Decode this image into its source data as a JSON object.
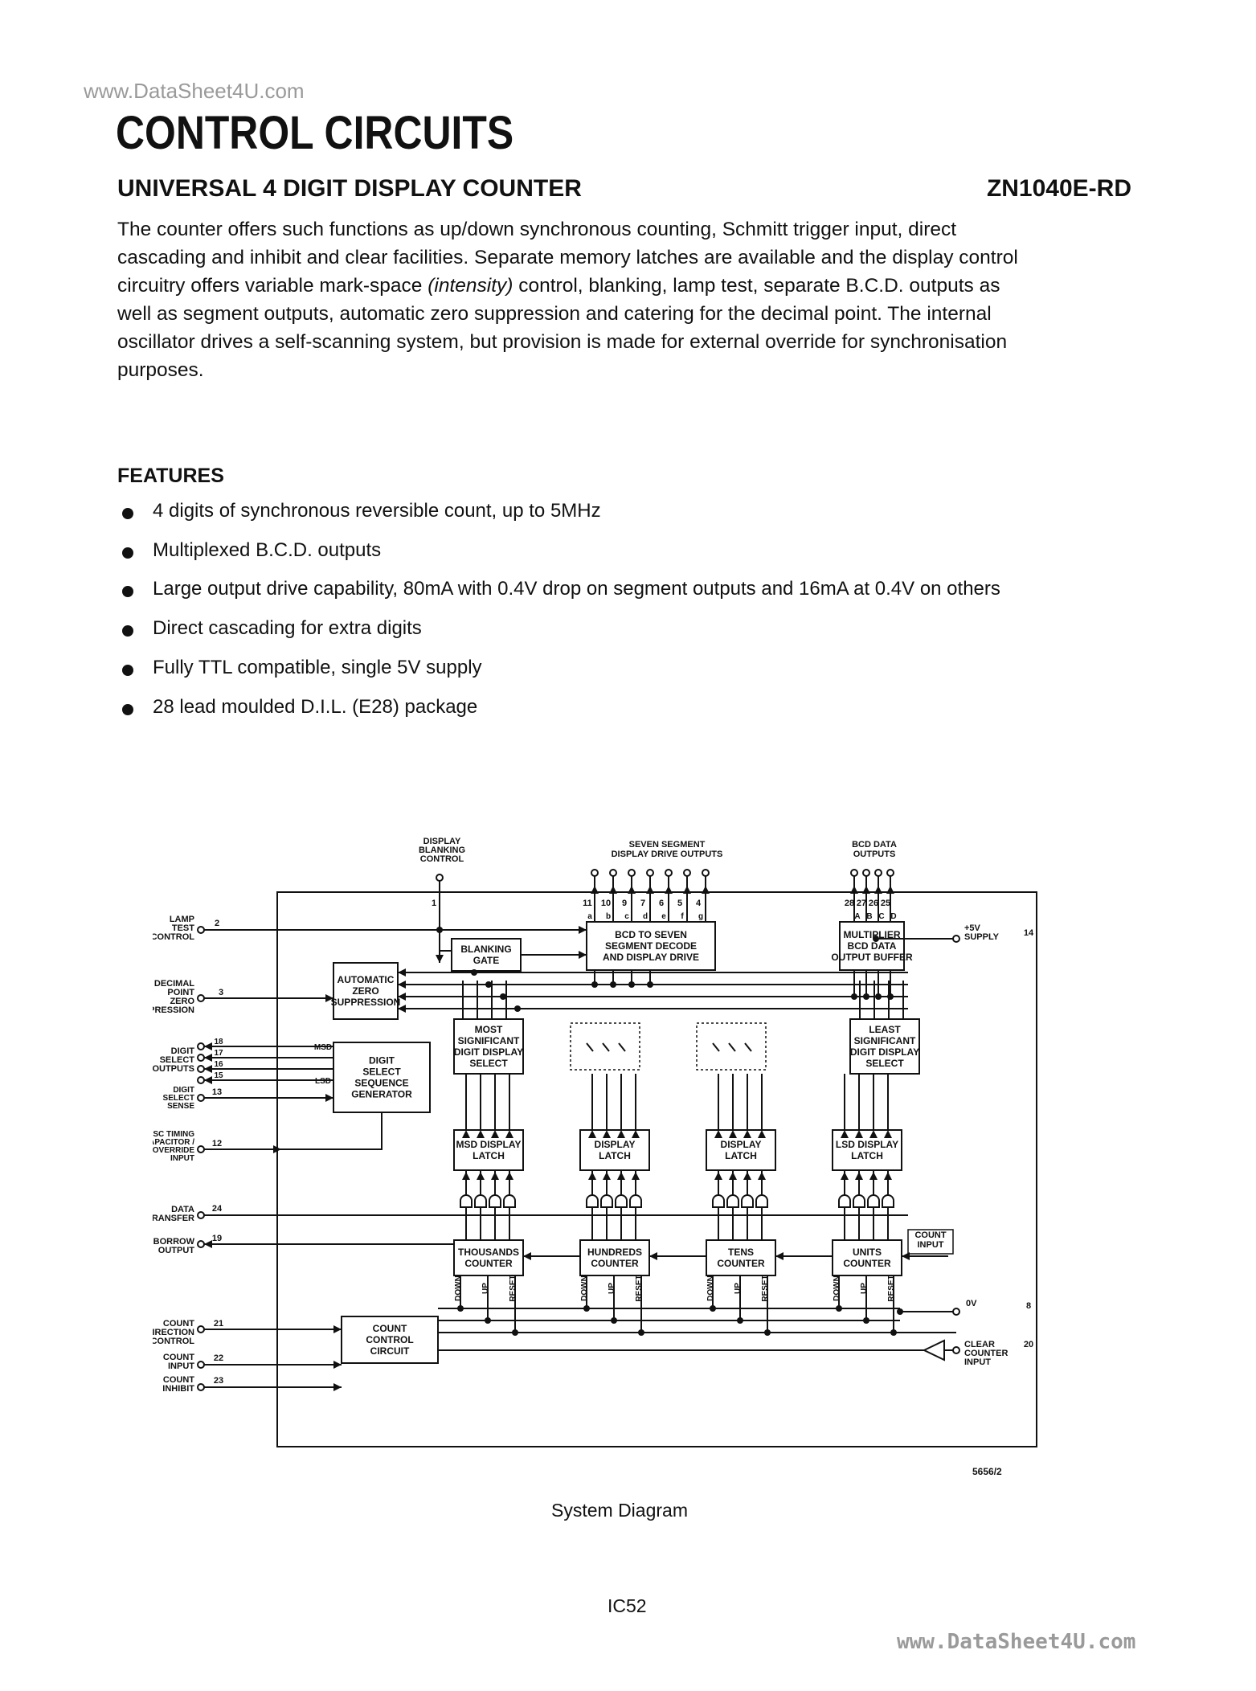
{
  "watermark_top": "www.DataSheet4U.com",
  "watermark_bottom": "www.DataSheet4U.com",
  "header": {
    "title": "CONTROL CIRCUITS",
    "subtitle": "UNIVERSAL 4 DIGIT DISPLAY COUNTER",
    "part_number": "ZN1040E-RD"
  },
  "intro": {
    "line1": "The counter offers such functions as up/down synchronous counting, Schmitt trigger input, direct",
    "line2": "cascading and inhibit and clear facilities. Separate memory latches are available and the display control",
    "line3a": "circuitry offers variable mark-space ",
    "line3b": "(intensity)",
    "line3c": " control, blanking, lamp test, separate B.C.D. outputs as",
    "line4": "well as segment outputs, automatic zero suppression and catering for the decimal point. The internal",
    "line5": "oscillator drives a self-scanning system, but provision is made for external override for synchronisation",
    "line6": "purposes."
  },
  "features": {
    "heading": "FEATURES",
    "items": [
      "4 digits of synchronous reversible count, up to 5MHz",
      "Multiplexed B.C.D. outputs",
      "Large output drive capability, 80mA with 0.4V drop on segment outputs and 16mA at 0.4V on others",
      "Direct cascading for extra digits",
      "Fully TTL compatible, single 5V supply",
      "28 lead moulded D.I.L. (E28) package"
    ]
  },
  "diagram": {
    "top_labels": {
      "blanking": [
        "DISPLAY",
        "BLANKING",
        "CONTROL"
      ],
      "seven_seg": [
        "SEVEN SEGMENT",
        "DISPLAY DRIVE OUTPUTS"
      ],
      "bcd": [
        "BCD DATA",
        "OUTPUTS"
      ]
    },
    "seg_pins": [
      "11",
      "10",
      "9",
      "7",
      "6",
      "5",
      "4"
    ],
    "seg_letters": [
      "a",
      "b",
      "c",
      "d",
      "e",
      "f",
      "g"
    ],
    "bcd_pins": [
      "28",
      "27",
      "26",
      "25"
    ],
    "bcd_letters": [
      "A",
      "B",
      "C",
      "D"
    ],
    "left_pins": {
      "lamp": {
        "label": [
          "LAMP",
          "TEST",
          "CONTROL"
        ],
        "pin": "2"
      },
      "dp": {
        "label": [
          "DECIMAL",
          "POINT",
          "ZERO",
          "SUPPRESSION"
        ],
        "pin": "3"
      },
      "digit_sel": {
        "label": [
          "DIGIT",
          "SELECT",
          "OUTPUTS"
        ],
        "pins": [
          "18",
          "17",
          "16",
          "15"
        ]
      },
      "digit_sense": {
        "label": [
          "DIGIT",
          "SELECT",
          "SENSE"
        ],
        "pin": "13"
      },
      "osc": {
        "label": [
          "OSC TIMING",
          "CAPACITOR /",
          "OVERRIDE",
          "INPUT"
        ],
        "pin": "12"
      },
      "transfer": {
        "label": [
          "DATA",
          "TRANSFER"
        ],
        "pin": "24"
      },
      "carry": {
        "label": [
          "CARRY / BORROW",
          "OUTPUT"
        ],
        "pin": "19"
      },
      "direction": {
        "label": [
          "COUNT",
          "DIRECTION",
          "CONTROL"
        ],
        "pin": "21"
      },
      "count_in": {
        "label": [
          "COUNT",
          "INPUT"
        ],
        "pin": "22"
      },
      "inhibit": {
        "label": [
          "COUNT",
          "INHIBIT"
        ],
        "pin": "23"
      }
    },
    "right_pins": {
      "supply": {
        "label": [
          "+5V",
          "SUPPLY"
        ],
        "pin": "14"
      },
      "ground": {
        "label": [
          "0V"
        ],
        "pin": "8"
      },
      "clear": {
        "label": [
          "CLEAR",
          "COUNTER",
          "INPUT"
        ],
        "pin": "20"
      }
    },
    "blocks": {
      "seg_decode": [
        "BCD TO SEVEN",
        "SEGMENT DECODE",
        "AND DISPLAY DRIVE"
      ],
      "multiplier": [
        "MULTIPLIER",
        "BCD DATA",
        "OUTPUT BUFFER"
      ],
      "blanking_gate": [
        "BLANKING",
        "GATE"
      ],
      "auto_zero": [
        "AUTOMATIC",
        "ZERO",
        "SUPPRESSION"
      ],
      "msd_select": [
        "MOST",
        "SIGNIFICANT",
        "DIGIT DISPLAY",
        "SELECT"
      ],
      "lsd_select": [
        "LEAST",
        "SIGNIFICANT",
        "DIGIT DISPLAY",
        "SELECT"
      ],
      "digit_seq": [
        "DIGIT",
        "SELECT",
        "SEQUENCE",
        "GENERATOR"
      ],
      "msd_latch": [
        "MSD DISPLAY",
        "LATCH"
      ],
      "latch2": [
        "DISPLAY",
        "LATCH"
      ],
      "latch3": [
        "DISPLAY",
        "LATCH"
      ],
      "lsd_latch": [
        "LSD DISPLAY",
        "LATCH"
      ],
      "thousands": [
        "THOUSANDS",
        "COUNTER"
      ],
      "hundreds": [
        "HUNDREDS",
        "COUNTER"
      ],
      "tens": [
        "TENS",
        "COUNTER"
      ],
      "units": [
        "UNITS",
        "COUNTER"
      ],
      "count_control": [
        "COUNT",
        "CONTROL",
        "CIRCUIT"
      ]
    },
    "counter_inputs": [
      "DOWN",
      "UP",
      "RESET"
    ],
    "count_input_box": [
      "COUNT",
      "INPUT"
    ],
    "msd_tag": "MSD",
    "lsd_tag": "LSD",
    "figure_number": "5656/2"
  },
  "caption": "System Diagram",
  "page_number": "IC52"
}
